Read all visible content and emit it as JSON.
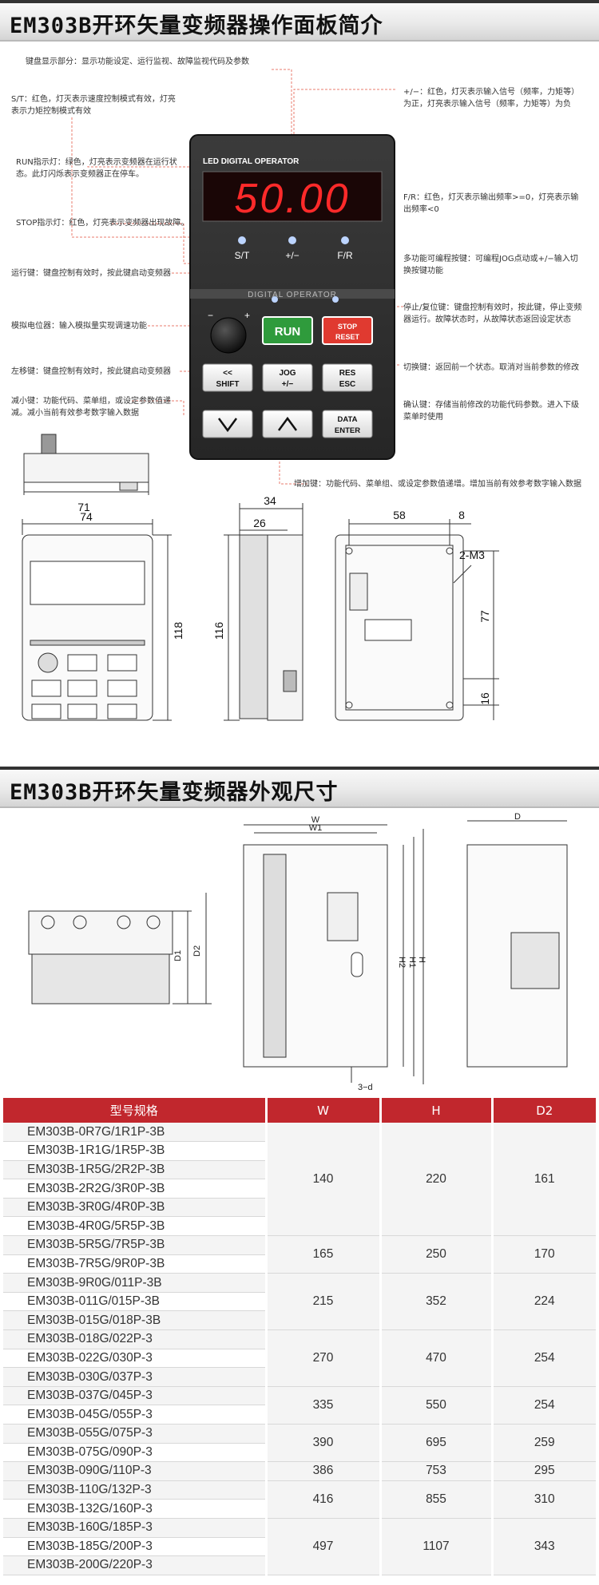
{
  "section1": {
    "title": "EM303B开环矢量变频器操作面板简介"
  },
  "section2": {
    "title": "EM303B开环矢量变频器外观尺寸"
  },
  "panel": {
    "label": "LED DIGITAL OPERATOR",
    "display_value": "50.00",
    "indicators": [
      "S/T",
      "+/−",
      "F/R"
    ],
    "strip_label": "DIGITAL OPERATOR",
    "buttons": {
      "run": "RUN",
      "stop_line1": "STOP",
      "stop_line2": "RESET",
      "shift_line1": "<<",
      "shift_line2": "SHIFT",
      "jog_line1": "JOG",
      "jog_line2": "+/−",
      "res_line1": "RES",
      "res_line2": "ESC",
      "data_line1": "DATA",
      "data_line2": "ENTER"
    }
  },
  "annotations": {
    "keyboard_display": "键盘显示部分：显示功能设定、运行监视、故障监视代码及参数",
    "st_led_line1": "S/T：红色，灯灭表示速度控制模式有效，灯亮",
    "st_led_line2": "表示力矩控制模式有效",
    "pm_led_line1": "+/−：红色，灯灭表示输入信号（频率，力矩等）",
    "pm_led_line2": "为正，灯亮表示输入信号（频率，力矩等）为负",
    "run_led_line1": "RUN指示灯：绿色，灯亮表示变频器在运行状",
    "run_led_line2": "态。此灯闪烁表示变频器正在停车。",
    "fr_led_line1": "F/R：红色，灯灭表示输出频率>=0，灯亮表示输",
    "fr_led_line2": "出频率<0",
    "stop_led": "STOP指示灯：红色，灯亮表示变频器出现故障。",
    "multi_key_line1": "多功能可编程按键：可编程JOG点动或+/−输入切",
    "multi_key_line2": "换按键功能",
    "run_key": "运行键：键盘控制有效时，按此键启动变频器",
    "stop_key_line1": "停止/复位键：键盘控制有效时，按此键，停止变频",
    "stop_key_line2": "器运行。故障状态时，从故障状态返回设定状态",
    "pot": "模拟电位器：输入模拟量实现调速功能",
    "shift_key": "左移键：键盘控制有效时，按此键启动变频器",
    "switch_key": "切换键：返回前一个状态。取消对当前参数的修改",
    "dec_key_line1": "减小键：功能代码、菜单组，或设定参数值递",
    "dec_key_line2": "减。减小当前有效参考数字输入数据",
    "enter_key_line1": "确认键：存储当前修改的功能代码参数。进入下级",
    "enter_key_line2": "菜单时使用",
    "inc_key": "增加键：功能代码、菜单组、或设定参数值递增。增加当前有效参考数字输入数据"
  },
  "dimensions": {
    "d71": "71",
    "d74": "74",
    "d118": "118",
    "d34": "34",
    "d26": "26",
    "d116": "116",
    "d58": "58",
    "d8": "8",
    "m3": "2-M3",
    "d77": "77",
    "d16": "16"
  },
  "outline_labels": {
    "W": "W",
    "W1": "W1",
    "D": "D",
    "D1": "D1",
    "D2": "D2",
    "H": "H",
    "H1": "H1",
    "H2": "H2",
    "d": "3−d"
  },
  "table": {
    "headers": [
      "型号规格",
      "W",
      "H",
      "D2"
    ],
    "groups": [
      {
        "models": [
          "EM303B-0R7G/1R1P-3B",
          "EM303B-1R1G/1R5P-3B",
          "EM303B-1R5G/2R2P-3B",
          "EM303B-2R2G/3R0P-3B",
          "EM303B-3R0G/4R0P-3B",
          "EM303B-4R0G/5R5P-3B"
        ],
        "W": "140",
        "H": "220",
        "D2": "161"
      },
      {
        "models": [
          "EM303B-5R5G/7R5P-3B",
          "EM303B-7R5G/9R0P-3B"
        ],
        "W": "165",
        "H": "250",
        "D2": "170"
      },
      {
        "models": [
          "EM303B-9R0G/011P-3B",
          "EM303B-011G/015P-3B",
          "EM303B-015G/018P-3B"
        ],
        "W": "215",
        "H": "352",
        "D2": "224"
      },
      {
        "models": [
          "EM303B-018G/022P-3",
          "EM303B-022G/030P-3",
          "EM303B-030G/037P-3"
        ],
        "W": "270",
        "H": "470",
        "D2": "254"
      },
      {
        "models": [
          "EM303B-037G/045P-3",
          "EM303B-045G/055P-3"
        ],
        "W": "335",
        "H": "550",
        "D2": "254"
      },
      {
        "models": [
          "EM303B-055G/075P-3",
          "EM303B-075G/090P-3"
        ],
        "W": "390",
        "H": "695",
        "D2": "259"
      },
      {
        "models": [
          "EM303B-090G/110P-3"
        ],
        "W": "386",
        "H": "753",
        "D2": "295"
      },
      {
        "models": [
          "EM303B-110G/132P-3",
          "EM303B-132G/160P-3"
        ],
        "W": "416",
        "H": "855",
        "D2": "310"
      },
      {
        "models": [
          "EM303B-160G/185P-3",
          "EM303B-185G/200P-3",
          "EM303B-200G/220P-3"
        ],
        "W": "497",
        "H": "1107",
        "D2": "343"
      }
    ]
  },
  "colors": {
    "header_red": "#c1272d",
    "led_red": "#ff2a2a",
    "run_green": "#2f9b3c",
    "stop_red": "#e03a30"
  }
}
